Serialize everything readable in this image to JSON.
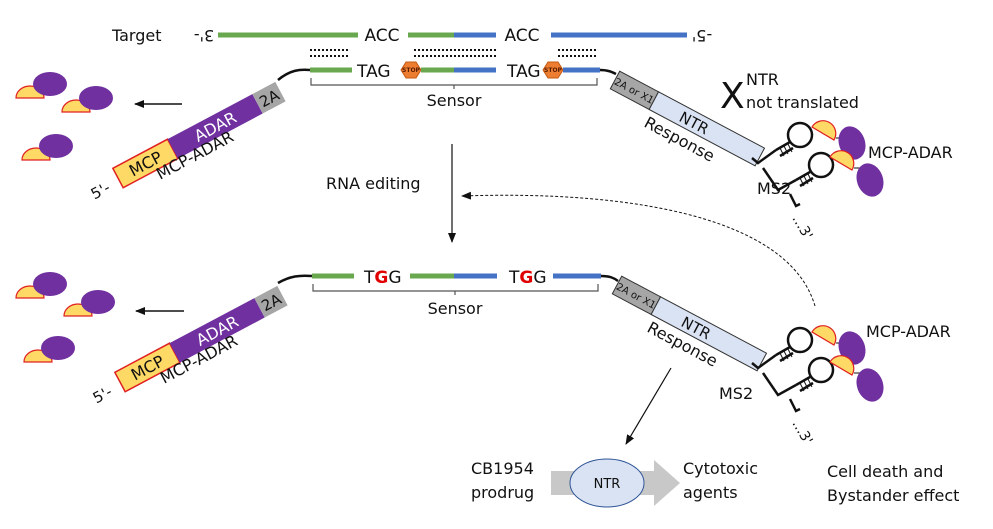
{
  "colors": {
    "green": "#6aa84f",
    "blue": "#4472c4",
    "purple": "#7030a0",
    "yellow": "#ffd966",
    "red_outline": "#e02020",
    "gray": "#a6a6a6",
    "ntr_fill": "#dae3f3",
    "stop": "#ed7d31",
    "edit_red": "#e00000"
  },
  "top": {
    "target_label": "Target",
    "target_3prime": "3'-",
    "target_5prime": "-5'",
    "codons": [
      "ACC",
      "ACC"
    ],
    "sensor_codons": [
      "TAG",
      "TAG"
    ],
    "stop_label": "STOP",
    "sensor_label": "Sensor",
    "mcp_label": "MCP",
    "adar_label": "ADAR",
    "twoA_label": "2A",
    "five_prime": "5'-",
    "construct_label": "MCP-ADAR",
    "linker_label": "2A or X1",
    "ntr_label": "NTR",
    "response_label": "Response",
    "x_mark": "X",
    "ntr_note_1": "NTR",
    "ntr_note_2": "not translated",
    "ms2_label": "MS2",
    "three_prime": "...3'",
    "mcp_adar_label": "MCP-ADAR"
  },
  "middle": {
    "step_label": "RNA editing"
  },
  "bottom": {
    "codon_1": {
      "pre": "T",
      "edit": "G",
      "post": "G"
    },
    "codon_2": {
      "pre": "T",
      "edit": "G",
      "post": "G"
    },
    "sensor_label": "Sensor",
    "mcp_label": "MCP",
    "adar_label": "ADAR",
    "twoA_label": "2A",
    "five_prime": "5'-",
    "construct_label": "MCP-ADAR",
    "linker_label": "2A or X1",
    "ntr_label": "NTR",
    "response_label": "Response",
    "ms2_label": "MS2",
    "three_prime": "...3'",
    "mcp_adar_label": "MCP-ADAR",
    "prodrug_1": "CB1954",
    "prodrug_2": "prodrug",
    "enzyme_label": "NTR",
    "product_1": "Cytotoxic",
    "product_2": "agents",
    "outcome_1": "Cell death and",
    "outcome_2": "Bystander effect"
  }
}
